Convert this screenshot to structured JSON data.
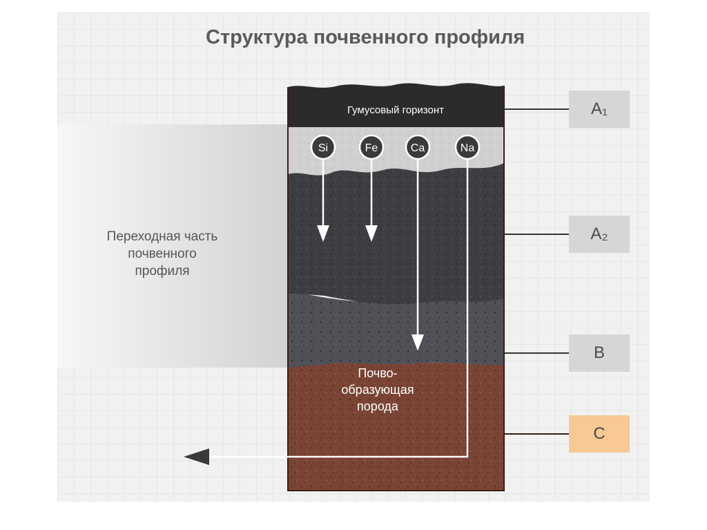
{
  "title": "Структура почвенного профиля",
  "transition_zone_label": [
    "Переходная часть",
    "почвенного",
    "профиля"
  ],
  "humus_layer_label": "Гумусовый горизонт",
  "parent_rock_label": [
    "Почво-",
    "образующая",
    "порода"
  ],
  "elements": [
    "Si",
    "Fe",
    "Ca",
    "Na"
  ],
  "horizons": [
    {
      "label": "A₁",
      "color": "#d6d6d6"
    },
    {
      "label": "A₂",
      "color": "#d6d6d6"
    },
    {
      "label": "B",
      "color": "#d6d6d6"
    },
    {
      "label": "C",
      "color": "#f7c995"
    }
  ],
  "colors": {
    "humus": "#2b2b2b",
    "eluvial": "#d0d0d0",
    "a2_layer": "#3d3e42",
    "b_layer": "#505157",
    "parent_rock": "#7a4434"
  }
}
